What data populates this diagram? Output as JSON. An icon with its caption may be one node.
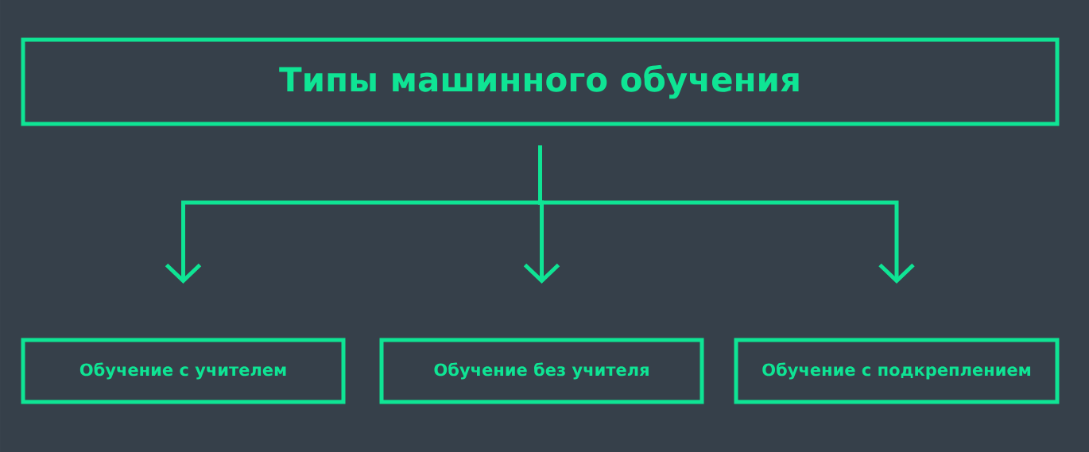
{
  "diagram": {
    "nodes": [
      {
        "text": [
          "Типы машинного обучения"
        ]
      },
      {
        "text": [
          "Обучение с учителем"
        ]
      },
      {
        "text": [
          "Обучение без учителя"
        ]
      },
      {
        "text": [
          "Обучение с подкреплением"
        ]
      }
    ],
    "edges": [
      {
        "from": 0,
        "to": 1,
        "arrow": "to"
      },
      {
        "from": 0,
        "to": 2,
        "arrow": "to"
      },
      {
        "from": 0,
        "to": 3,
        "arrow": "to"
      }
    ]
  }
}
